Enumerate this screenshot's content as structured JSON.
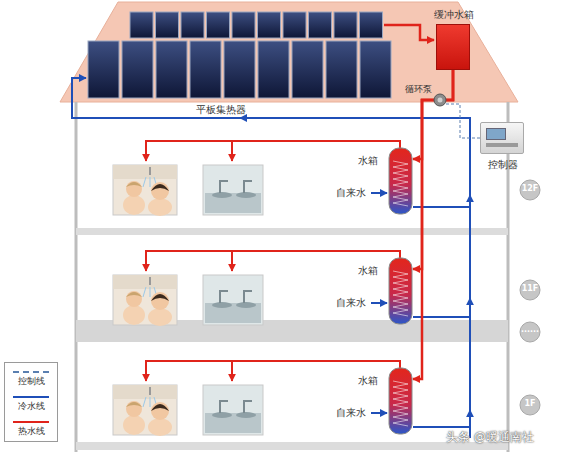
{
  "diagram": {
    "nodes": [
      {
        "text": [
          "缓冲水箱"
        ]
      },
      {
        "text": [
          "控制器"
        ]
      },
      {
        "text": [
          "水箱"
        ]
      },
      {
        "text": [
          "12F"
        ]
      },
      {
        "text": [
          "水箱"
        ]
      },
      {
        "text": [
          "11F"
        ]
      },
      {
        "text": [
          "......"
        ]
      },
      {
        "text": [
          "水箱"
        ]
      },
      {
        "text": [
          "1F"
        ]
      }
    ],
    "edges": [
      {
        "from": 0,
        "to": 2,
        "arrow": "to"
      },
      {
        "from": 0,
        "to": 4,
        "arrow": "to"
      },
      {
        "from": 0,
        "to": 7,
        "arrow": "to"
      }
    ],
    "labels": [
      "平板集热器",
      "循环泵",
      "自来水",
      "自来水",
      "自来水",
      "头条 @暖通南社"
    ],
    "legend": [
      {
        "text": "控制线"
      },
      {
        "text": "冷水线"
      },
      {
        "text": "热水线"
      }
    ]
  }
}
